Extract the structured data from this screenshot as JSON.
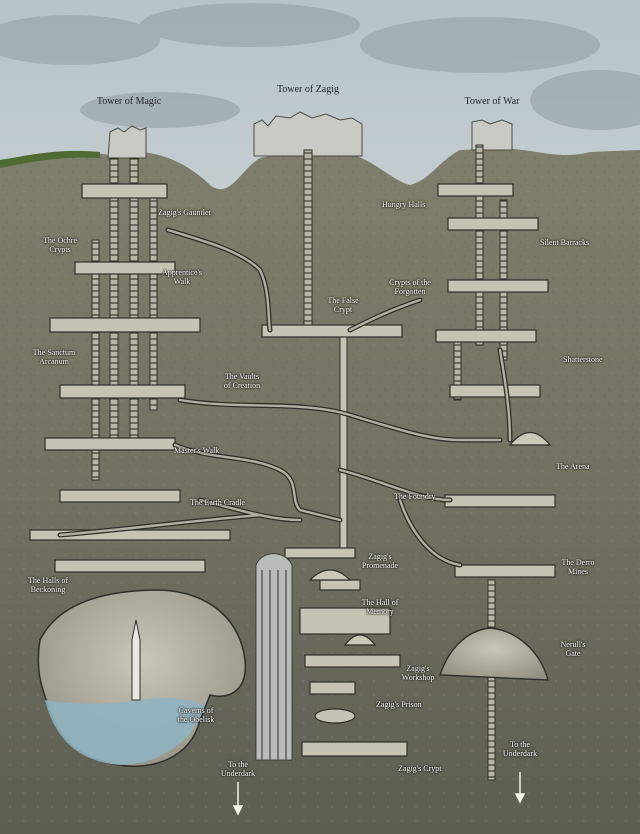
{
  "map": {
    "towers": {
      "magic": "Tower of Magic",
      "zagig": "Tower of Zagig",
      "war": "Tower of War"
    },
    "labels": {
      "zagigs_gauntlet": "Zagig's Gauntlet",
      "ochre_crypts": "The Ochre\nCrypts",
      "apprentices_walk": "Apprentice's\nWalk",
      "sanctum_arcanum": "The Sanctum\nArcanum",
      "vaults_of_creation": "The Vaults\nof Creation",
      "masters_walk": "Master's Walk",
      "earth_cradle": "The Earth Cradle",
      "halls_of_beckoning": "The Halls of\nBeckoning",
      "caverns_of_obelisk": "Caverns of\nthe Obelisk",
      "false_crypt": "The False\nCrypt",
      "hungry_halls": "Hungry Halls",
      "silent_barracks": "Silent Barracks",
      "crypts_forgotten": "Crypts of the\nForgotten",
      "shatterstone": "Shatterstone",
      "the_arena": "The Arena",
      "the_foundry": "The Foundry",
      "zagigs_promenade": "Zagig's\nPromenade",
      "hall_of_memory": "The Hall of\nMemory",
      "zagigs_workshop": "Zagig's\nWorkshop",
      "zagigs_prison": "Zagig's Prison",
      "zagigs_crypt": "Zagig's Crypt",
      "derro_mines": "The Derro\nMines",
      "neruls_gate": "Nerull's\nGate",
      "underdark_left": "To the\nUnderdark",
      "underdark_right": "To the\nUnderdark"
    }
  }
}
